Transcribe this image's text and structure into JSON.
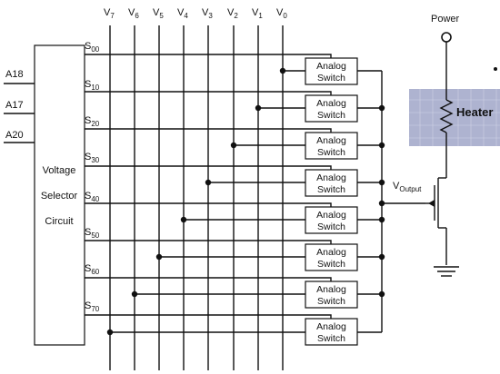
{
  "selector_box": {
    "lines": [
      "Voltage",
      "Selector",
      "Circuit"
    ]
  },
  "address_inputs": [
    "A18",
    "A17",
    "A20"
  ],
  "voltage_rails": [
    {
      "main": "V",
      "sub": "7"
    },
    {
      "main": "V",
      "sub": "6"
    },
    {
      "main": "V",
      "sub": "5"
    },
    {
      "main": "V",
      "sub": "4"
    },
    {
      "main": "V",
      "sub": "3"
    },
    {
      "main": "V",
      "sub": "2"
    },
    {
      "main": "V",
      "sub": "1"
    },
    {
      "main": "V",
      "sub": "0"
    }
  ],
  "select_lines": [
    {
      "main": "S",
      "sub": "00"
    },
    {
      "main": "S",
      "sub": "10"
    },
    {
      "main": "S",
      "sub": "20"
    },
    {
      "main": "S",
      "sub": "30"
    },
    {
      "main": "S",
      "sub": "40"
    },
    {
      "main": "S",
      "sub": "50"
    },
    {
      "main": "S",
      "sub": "60"
    },
    {
      "main": "S",
      "sub": "70"
    }
  ],
  "switch_labels": [
    "Analog",
    "Switch"
  ],
  "output_label": {
    "main": "V",
    "sub": "Output"
  },
  "power_label": "Power",
  "heater_label": "Heater"
}
